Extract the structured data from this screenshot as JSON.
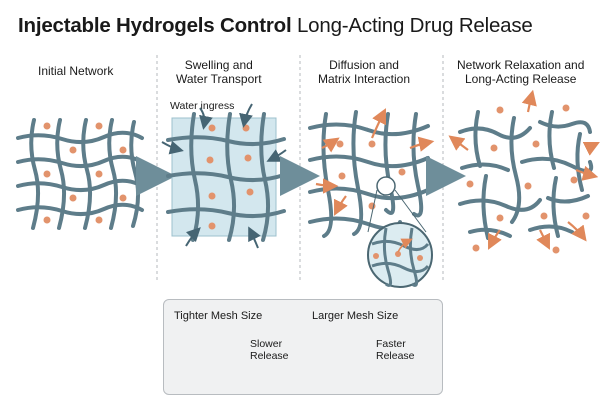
{
  "title": {
    "bold": "Injectable Hydrogels Control",
    "regular": "Long-Acting Drug Release"
  },
  "stages": [
    {
      "line1": "Initial Network",
      "line2": ""
    },
    {
      "line1": "Swelling and",
      "line2": "Water Transport"
    },
    {
      "line1": "Diffusion and",
      "line2": "Matrix Interaction"
    },
    {
      "line1": "Network Relaxation and",
      "line2": "Long-Acting Release"
    }
  ],
  "water_ingress_label": "Water ingress",
  "legend": {
    "left": {
      "title": "Tighter Mesh Size",
      "line1": "Slower",
      "line2": "Release"
    },
    "right": {
      "title": "Larger Mesh Size",
      "line1": "Faster",
      "line2": "Release"
    }
  },
  "colors": {
    "fiber": "#5e7d8a",
    "fiber_dark": "#3f5d6a",
    "drug": "#e2936c",
    "arrow": "#e0885a",
    "flow_arrow": "#6e8e9a",
    "swell_fill": "#d3e7ee"
  }
}
